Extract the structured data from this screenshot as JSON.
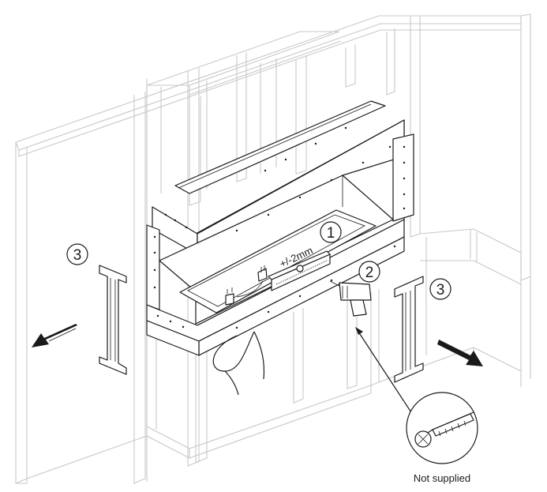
{
  "steps": {
    "step_1": "1",
    "step_2": "2",
    "step_3_left": "3",
    "step_3_right": "3"
  },
  "labels": {
    "tolerance": "+/-2mm",
    "screw_note": "Not supplied"
  },
  "icons": [
    "wall-frame",
    "fireplace-insert",
    "level-tool",
    "power-plug",
    "drill-icon",
    "screw-icon",
    "bracket",
    "arrow-out-icon"
  ],
  "colors": {
    "ink": "#1a1a1a",
    "frame": "#c8c8c8",
    "background": "#ffffff"
  }
}
